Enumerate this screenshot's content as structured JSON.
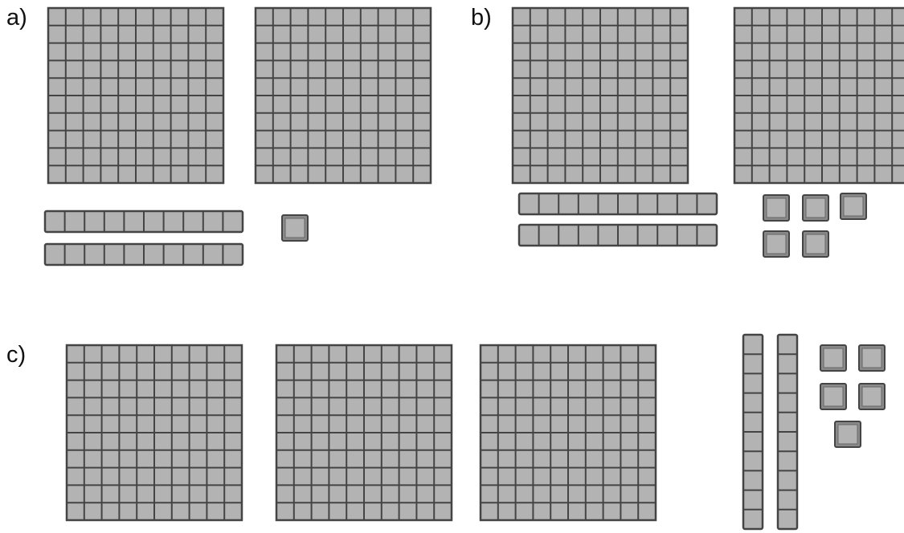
{
  "labels": {
    "a": "a)",
    "b": "b)",
    "c": "c)"
  },
  "colors": {
    "block_fill": "#b3b3b3",
    "block_line": "#444444",
    "background": "#ffffff"
  },
  "figures": [
    {
      "id": "a",
      "hundreds": 2,
      "tens": 2,
      "ones": 1
    },
    {
      "id": "b",
      "hundreds": 2,
      "tens": 2,
      "ones": 5
    },
    {
      "id": "c",
      "hundreds": 3,
      "tens": 2,
      "ones": 5
    }
  ]
}
